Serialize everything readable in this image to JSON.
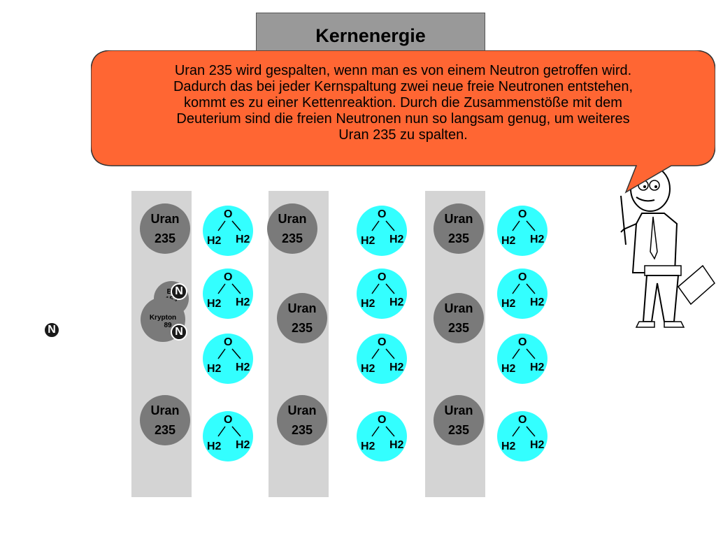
{
  "title": "Kernenergie",
  "speech": {
    "lines": [
      "Uran 235 wird gespalten, wenn man es von einem Neutron getroffen wird.",
      "Dadurch das bei jeder Kernspaltung zwei neue freie Neutronen entstehen,",
      "kommt es zu einer Kettenreaktion. Durch die Zusammenstöße mit dem",
      "Deuterium sind die freien Neutronen nun so langsam genug, um weiteres",
      "Uran 235 zu spalten."
    ]
  },
  "uran": {
    "name": "Uran",
    "mass": "235"
  },
  "water": {
    "o": "O",
    "h": "H2"
  },
  "neutron": "N",
  "fission": {
    "barium": "Ba",
    "barium_mass": "153",
    "krypton": "Krypton",
    "krypton_mass": "89"
  },
  "colors": {
    "callout": "#ff6633",
    "water": "#33ffff",
    "uran": "#7a7a7a",
    "column": "#d4d4d4",
    "title_box": "#999999"
  }
}
